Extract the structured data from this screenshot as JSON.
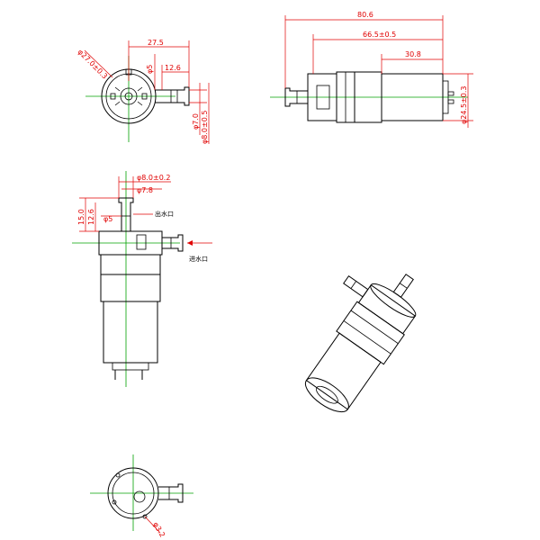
{
  "diagram": {
    "front_view": {
      "dims": {
        "outlet_offset": "27.5",
        "nozzle_length": "12.6",
        "tip_dia": "φ5",
        "body_dia": "φ27.0±0.3",
        "nozzle_od": "φ7.0",
        "nozzle_root": "φ8.0±0.5"
      }
    },
    "side_view": {
      "dims": {
        "total_length": "80.6",
        "pump_length": "66.5±0.5",
        "motor_length": "30.8",
        "motor_dia": "φ24.5±0.3"
      }
    },
    "vertical_view": {
      "dims": {
        "root_dia": "φ8.0±0.2",
        "barb_dia": "φ7.8",
        "nozzle_height": "15.0",
        "barb_length": "12.6",
        "tip_dia": "φ5"
      },
      "outlet_label": "出水口",
      "inlet_label": "进水口"
    },
    "bottom_view": {
      "dims": {
        "hole_dia": "φ3.2"
      }
    },
    "colors": {
      "dimension": "#e00000",
      "centerline": "#00a000",
      "outline": "#000000"
    }
  }
}
